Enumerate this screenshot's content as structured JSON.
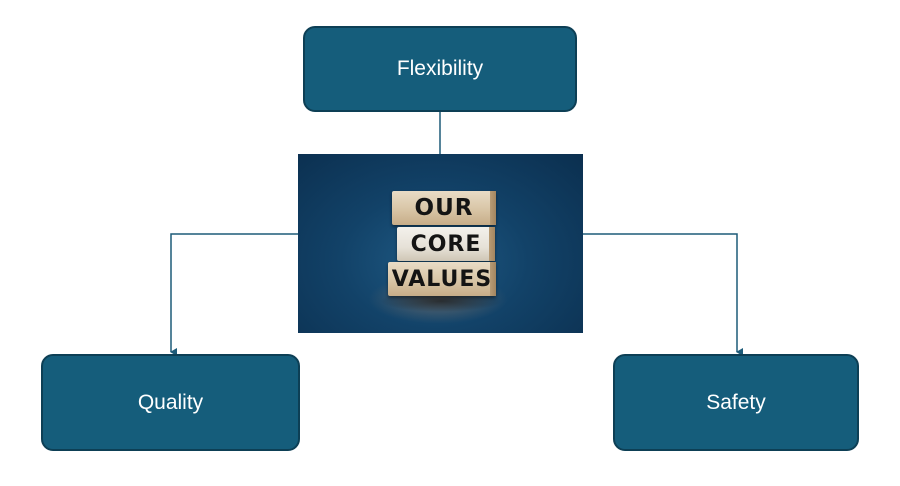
{
  "diagram": {
    "nodes": {
      "top": "Flexibility",
      "left": "Quality",
      "right": "Safety"
    },
    "center_image": {
      "blocks": [
        "OUR",
        "CORE",
        "VALUES"
      ]
    }
  },
  "colors": {
    "node_fill": "#155d7b",
    "node_border": "#0d3f55",
    "connector": "#1d5b79"
  }
}
